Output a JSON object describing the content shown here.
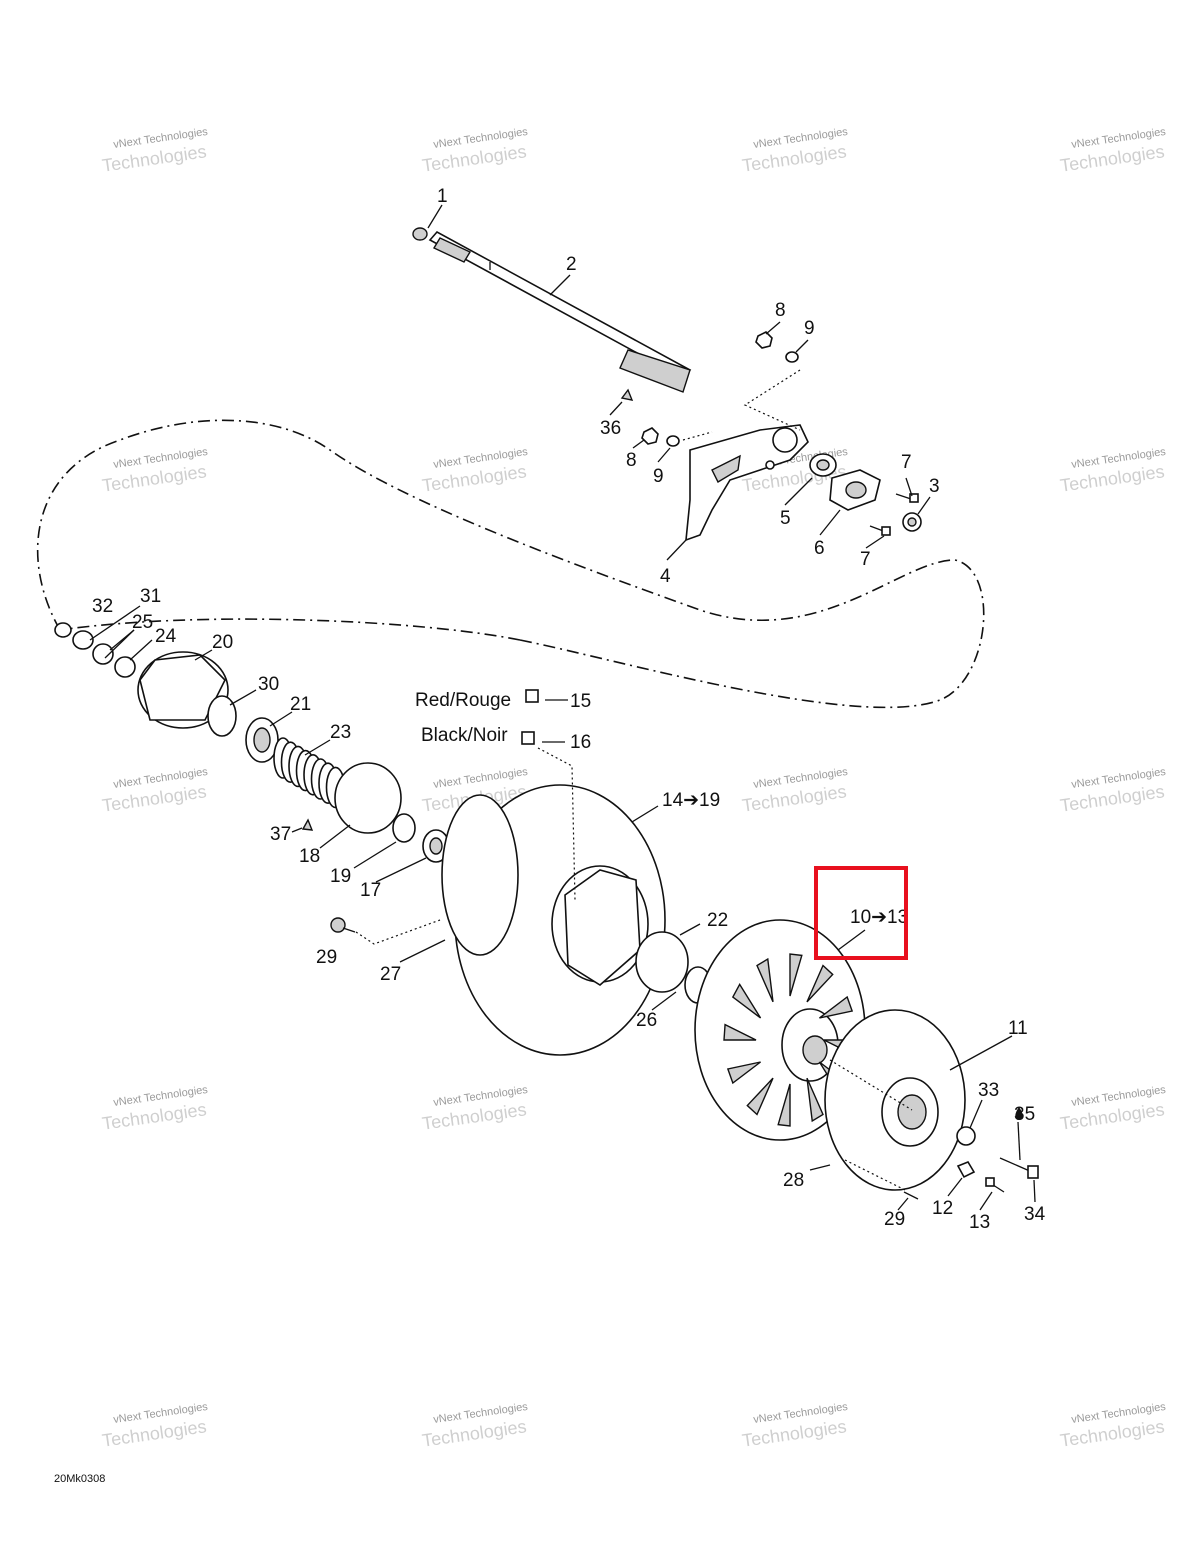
{
  "drawing_code": "20Mk0308",
  "watermark": {
    "line1": "vNext Technologies",
    "line2": "Technologies"
  },
  "highlight_color": "#e8101e",
  "callouts": {
    "c1": "1",
    "c2": "2",
    "c3": "3",
    "c4": "4",
    "c5": "5",
    "c6": "6",
    "c7a": "7",
    "c7b": "7",
    "c8a": "8",
    "c8b": "8",
    "c9a": "9",
    "c9b": "9",
    "c36": "36",
    "c32": "32",
    "c31": "31",
    "c25": "25",
    "c24": "24",
    "c20": "20",
    "c30": "30",
    "c21": "21",
    "c23": "23",
    "c15": "15",
    "c16": "16",
    "c14_19": "14➔19",
    "c37": "37",
    "c18": "18",
    "c19": "19",
    "c17": "17",
    "c29a": "29",
    "c27": "27",
    "c22": "22",
    "c26": "26",
    "c10_13": "10➔13",
    "c11": "11",
    "c33": "33",
    "c35": "35",
    "c28": "28",
    "c29b": "29",
    "c12": "12",
    "c13": "13",
    "c34": "34"
  },
  "color_notes": {
    "red": "Red/Rouge",
    "black": "Black/Noir"
  }
}
